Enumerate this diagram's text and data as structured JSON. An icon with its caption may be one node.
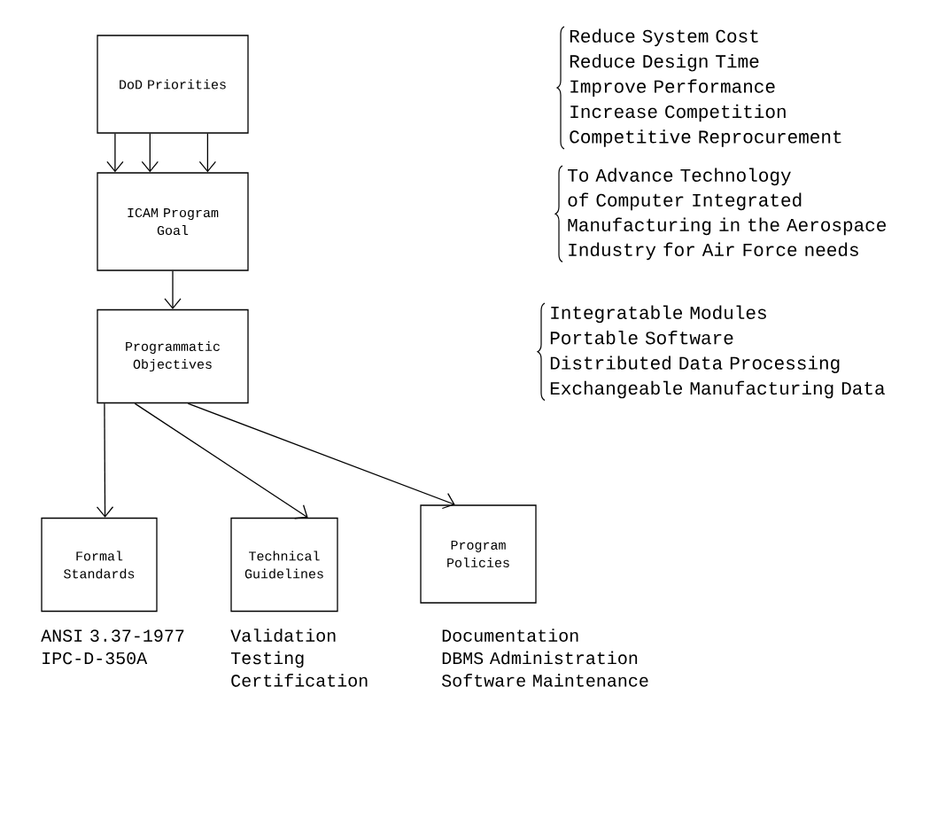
{
  "diagram": {
    "nodes": [
      {
        "text": [
          "DoD Priorities"
        ]
      },
      {
        "text": [
          "ICAM Program Goal"
        ]
      },
      {
        "text": [
          "Programmatic Objectives"
        ]
      },
      {
        "text": [
          "Formal Standards"
        ],
        "beside": [
          "ANSI 3.37-1977",
          "IPC-D-350A"
        ]
      },
      {
        "text": [
          "Technical Guidelines"
        ],
        "beside": [
          "Validation",
          "Testing",
          "Certification"
        ]
      },
      {
        "text": [
          "Program Policies"
        ],
        "beside": [
          "Documentation",
          "DBMS Administration",
          "Software Maintenance"
        ]
      }
    ],
    "edges": [
      {
        "from": 0,
        "to": 1,
        "arrow": "to"
      },
      {
        "from": 0,
        "to": 1,
        "arrow": "to"
      },
      {
        "from": 0,
        "to": 1,
        "arrow": "to"
      },
      {
        "from": 1,
        "to": 2,
        "arrow": "to"
      },
      {
        "from": 2,
        "to": 3,
        "arrow": "to"
      },
      {
        "from": 2,
        "to": 4,
        "arrow": "to"
      },
      {
        "from": 2,
        "to": 5,
        "arrow": "to"
      }
    ],
    "labels": [
      "Reduce System Cost",
      "Reduce Design Time",
      "Improve Performance",
      "Increase Competition",
      "Competitive Reprocurement",
      "To Advance Technology of Computer Integrated Manufacturing in the Aerospace Industry for Air Force needs",
      "Integratable Modules",
      "Portable Software",
      "Distributed Data Processing",
      "Exchangeable Manufacturing Data"
    ]
  }
}
